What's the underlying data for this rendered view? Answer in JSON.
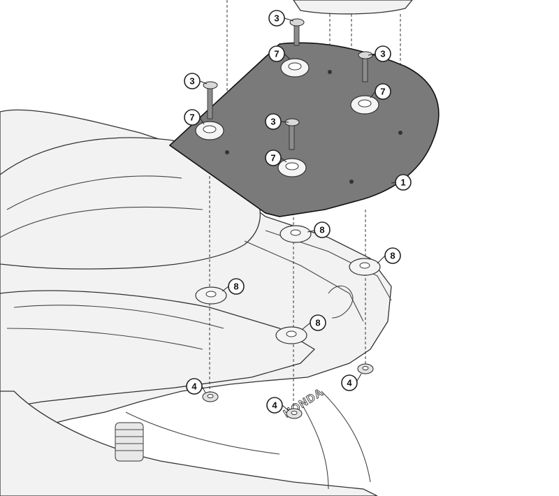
{
  "callouts": {
    "plate": "1",
    "bolt": "3",
    "nut": "4",
    "rubber_washer": "7",
    "spacer": "8"
  },
  "brand_mark": "HONDA",
  "colors": {
    "plate_fill": "#7a7a7a",
    "scooter_fill": "#f2f2f2",
    "line": "#222222"
  }
}
